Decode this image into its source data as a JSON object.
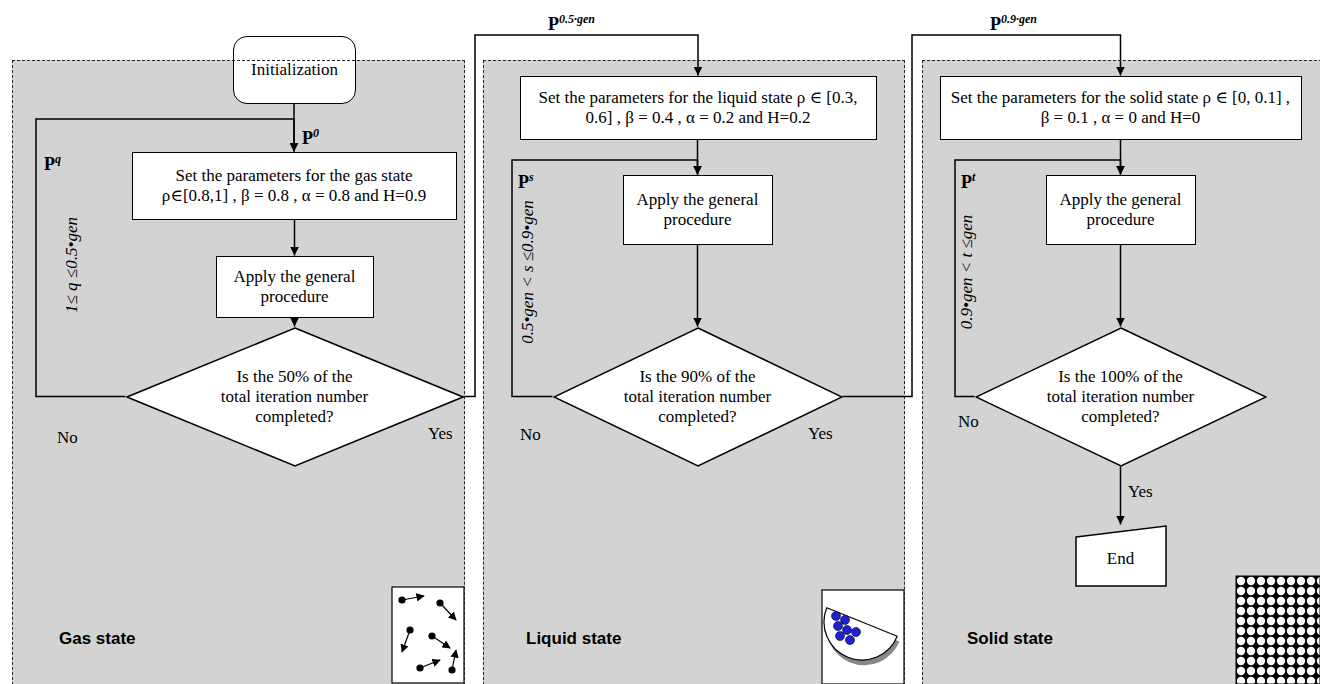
{
  "diagram": {
    "nodes": [
      {
        "text": [
          "Initialization"
        ]
      },
      {
        "text": [
          "Gas state"
        ]
      },
      {
        "text": [
          "Set the parameters for the gas state ρ∈[0.8,1] , β = 0.8 , α = 0.8 and H=0.9"
        ],
        "in": 1
      },
      {
        "text": [
          "Apply the general procedure"
        ],
        "in": 1
      },
      {
        "text": [
          "Is the 50% of the total iteration number completed?"
        ],
        "in": 1
      },
      {
        "text": [
          "Liquid state"
        ]
      },
      {
        "text": [
          "Set the parameters for the liquid state ρ ∈ [0.3, 0.6] , β = 0.4 , α = 0.2 and H=0.2"
        ],
        "in": 5
      },
      {
        "text": [
          "Apply the general procedure"
        ],
        "in": 5
      },
      {
        "text": [
          "Is the 90% of the total iteration number completed?"
        ],
        "in": 5
      },
      {
        "text": [
          "Solid state"
        ]
      },
      {
        "text": [
          "Set the parameters for the solid state ρ ∈ [0, 0.1] , β = 0.1 , α = 0 and H=0"
        ],
        "in": 9
      },
      {
        "text": [
          "Apply the general procedure"
        ],
        "in": 9
      },
      {
        "text": [
          "Is the 100% of the total iteration number completed?"
        ],
        "in": 9
      },
      {
        "text": [
          "End"
        ],
        "in": 9
      }
    ],
    "edges": [
      {
        "from": 0,
        "to": 2,
        "arrow": "to",
        "label": "P0"
      },
      {
        "from": 2,
        "to": 3,
        "arrow": "to"
      },
      {
        "from": 3,
        "to": 4,
        "arrow": "to"
      },
      {
        "from": 4,
        "to": 2,
        "arrow": "to",
        "label": "Pq"
      },
      {
        "from": 4,
        "to": 6,
        "arrow": "to",
        "label": "P0.5·gen"
      },
      {
        "from": 6,
        "to": 7,
        "arrow": "to"
      },
      {
        "from": 7,
        "to": 8,
        "arrow": "to"
      },
      {
        "from": 8,
        "to": 7,
        "arrow": "to",
        "label": "Ps"
      },
      {
        "from": 8,
        "to": 10,
        "arrow": "to",
        "label": "P0.9·gen"
      },
      {
        "from": 10,
        "to": 11,
        "arrow": "to"
      },
      {
        "from": 11,
        "to": 12,
        "arrow": "to"
      },
      {
        "from": 12,
        "to": 11,
        "arrow": "to",
        "label": "Pt"
      },
      {
        "from": 12,
        "to": 13,
        "arrow": "to"
      }
    ],
    "labels": [
      "No",
      "Yes",
      "1≤ q ≤0.5•gen",
      "No",
      "Yes",
      "0.5•gen < s ≤0.9•gen",
      "No",
      "Yes",
      "0.9•gen < t ≤gen"
    ]
  }
}
